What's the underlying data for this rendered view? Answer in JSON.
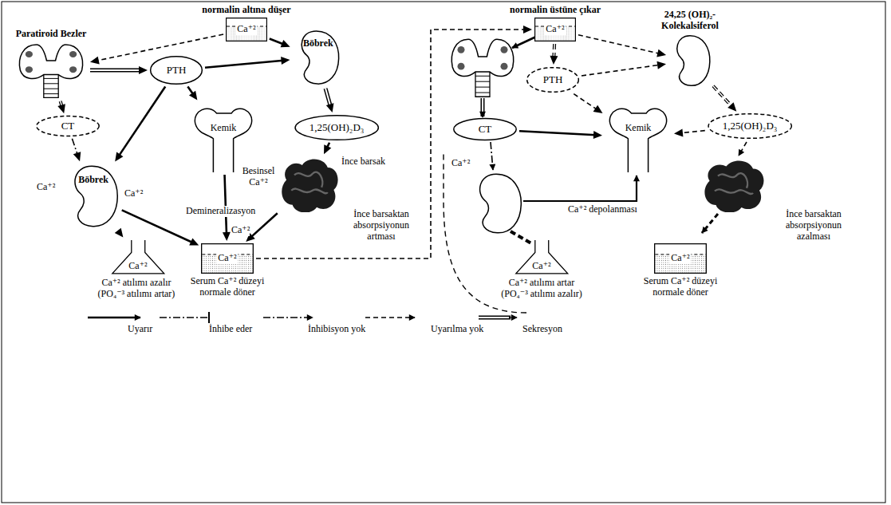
{
  "diagram": {
    "nodes": [
      {
        "text": [
          "normalin altına düşer",
          "Ca⁺²"
        ]
      },
      {
        "text": [
          "Paratiroid Bezler"
        ]
      },
      {
        "text": [
          "PTH"
        ]
      },
      {
        "text": [
          "Böbrek"
        ]
      },
      {
        "text": [
          "CT"
        ]
      },
      {
        "text": [
          "1,25(OH)₂D₃"
        ]
      },
      {
        "text": [
          "Kemik"
        ]
      },
      {
        "text": [
          "İnce barsak"
        ]
      },
      {
        "text": [
          "Böbrek"
        ]
      },
      {
        "text": [
          "Ca⁺²"
        ]
      },
      {
        "text": [
          "Ca⁺²",
          "Serum Ca⁺² düzeyi normale döner"
        ]
      },
      {
        "text": [
          "normalin üstüne çıkar",
          "Ca⁺²"
        ]
      },
      {
        "text": [
          "PTH"
        ]
      },
      {
        "text": [
          "24,25 (OH)₂- Kolekalsiferol"
        ]
      },
      {
        "text": [
          "CT"
        ]
      },
      {
        "text": [
          "Kemik"
        ]
      },
      {
        "text": [
          "1,25(OH)₂D₃"
        ]
      },
      {
        "text": [
          "Ca⁺²"
        ]
      },
      {
        "text": [
          "Ca⁺²",
          "Serum Ca⁺² düzeyi normale döner"
        ]
      }
    ],
    "edges": [
      {
        "from": 0,
        "to": 1,
        "arrow": "to"
      },
      {
        "from": 0,
        "to": 3,
        "arrow": "to"
      },
      {
        "from": 1,
        "to": 2,
        "arrow": "to"
      },
      {
        "from": 2,
        "to": 3,
        "arrow": "to"
      },
      {
        "from": 3,
        "to": 5,
        "arrow": "to"
      },
      {
        "from": 2,
        "to": 6,
        "arrow": "to"
      },
      {
        "from": 5,
        "to": 7,
        "arrow": "to"
      },
      {
        "from": 1,
        "to": 4,
        "arrow": "to"
      },
      {
        "from": 2,
        "to": 8,
        "arrow": "to"
      },
      {
        "from": 4,
        "to": 8,
        "arrow": "to"
      },
      {
        "from": 8,
        "to": 9,
        "arrow": "to"
      },
      {
        "from": 8,
        "to": 10,
        "arrow": "to"
      },
      {
        "from": 6,
        "to": 10,
        "arrow": "to"
      },
      {
        "from": 7,
        "to": 10,
        "arrow": "to"
      },
      {
        "from": 10,
        "to": 11,
        "arrow": "to"
      },
      {
        "from": 11,
        "to": 12,
        "arrow": "to"
      },
      {
        "from": 11,
        "to": 13,
        "arrow": "to"
      },
      {
        "from": 12,
        "to": 13,
        "arrow": "to"
      },
      {
        "from": 12,
        "to": 15,
        "arrow": "to"
      },
      {
        "from": 13,
        "to": 16,
        "arrow": "to"
      },
      {
        "from": 16,
        "to": 15,
        "arrow": "to"
      },
      {
        "from": 14,
        "to": 15,
        "arrow": "to"
      }
    ],
    "labels": [
      "Ca⁺²",
      "Ca⁺²",
      "Demineralizasyon",
      "Ca⁺²",
      "Besinsel Ca⁺²",
      "İnce barsaktan absorpsiyonun artması",
      "Ca⁺² atılımı azalır (PO₄⁻³ atılımı artar)",
      "Ca⁺²",
      "Ca⁺² depolanması",
      "Ca⁺² atılımı artar (PO₄⁻³ atılımı azalır)",
      "İnce barsaktan absorpsiyonun azalması"
    ],
    "legend": [
      {
        "text": "Uyarır"
      },
      {
        "text": "İnhibe eder"
      },
      {
        "text": "İnhibisyon yok"
      },
      {
        "text": "Uyarılma yok"
      },
      {
        "text": "Sekresyon"
      }
    ]
  }
}
